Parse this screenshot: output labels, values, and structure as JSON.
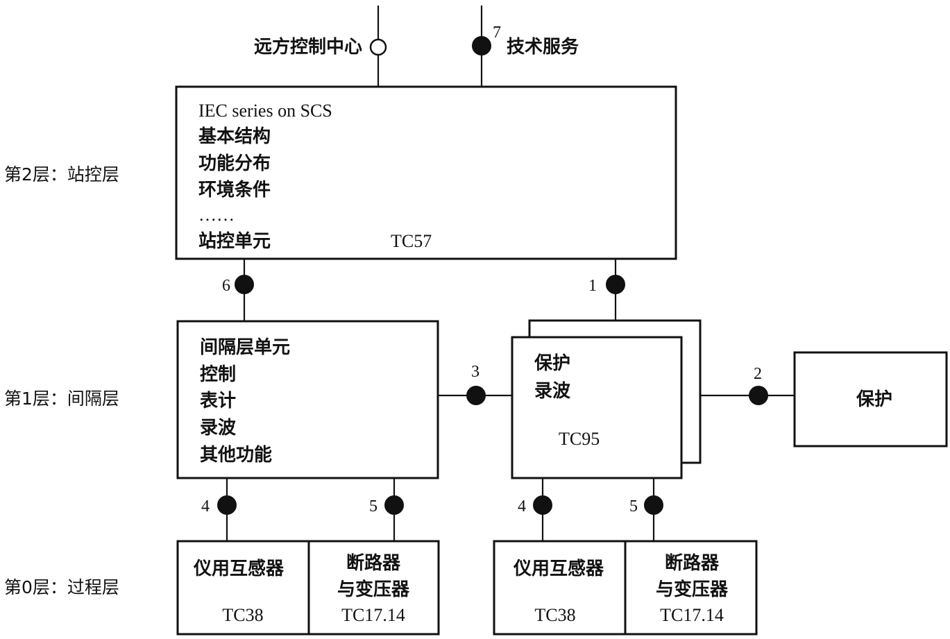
{
  "layers": {
    "level2": "第2层：站控层",
    "level1": "第1层：间隔层",
    "level0": "第0层：过程层"
  },
  "top": {
    "remote_control": "远方控制中心",
    "tech_service": "技术服务",
    "tech_service_num": "7"
  },
  "station_box": {
    "title": "IEC series on SCS",
    "items": [
      "基本结构",
      "功能分布",
      "环境条件",
      "……"
    ],
    "unit": "站控单元",
    "tc": "TC57"
  },
  "bay_box": {
    "items": [
      "间隔层单元",
      "控制",
      "表计",
      "录波",
      "其他功能"
    ]
  },
  "protection_box": {
    "items": [
      "保护",
      "录波"
    ],
    "tc": "TC95"
  },
  "ext_protection": "保护",
  "connectors": {
    "n1": "1",
    "n2": "2",
    "n3": "3",
    "n4a": "4",
    "n5a": "5",
    "n6": "6",
    "n4b": "4",
    "n5b": "5"
  },
  "process_left": {
    "inst": "仪用互感器",
    "inst_tc": "TC38",
    "breaker": [
      "断路器",
      "与变压器"
    ],
    "breaker_tc": "TC17.14"
  },
  "process_right": {
    "inst": "仪用互感器",
    "inst_tc": "TC38",
    "breaker": [
      "断路器",
      "与变压器"
    ],
    "breaker_tc": "TC17.14"
  }
}
